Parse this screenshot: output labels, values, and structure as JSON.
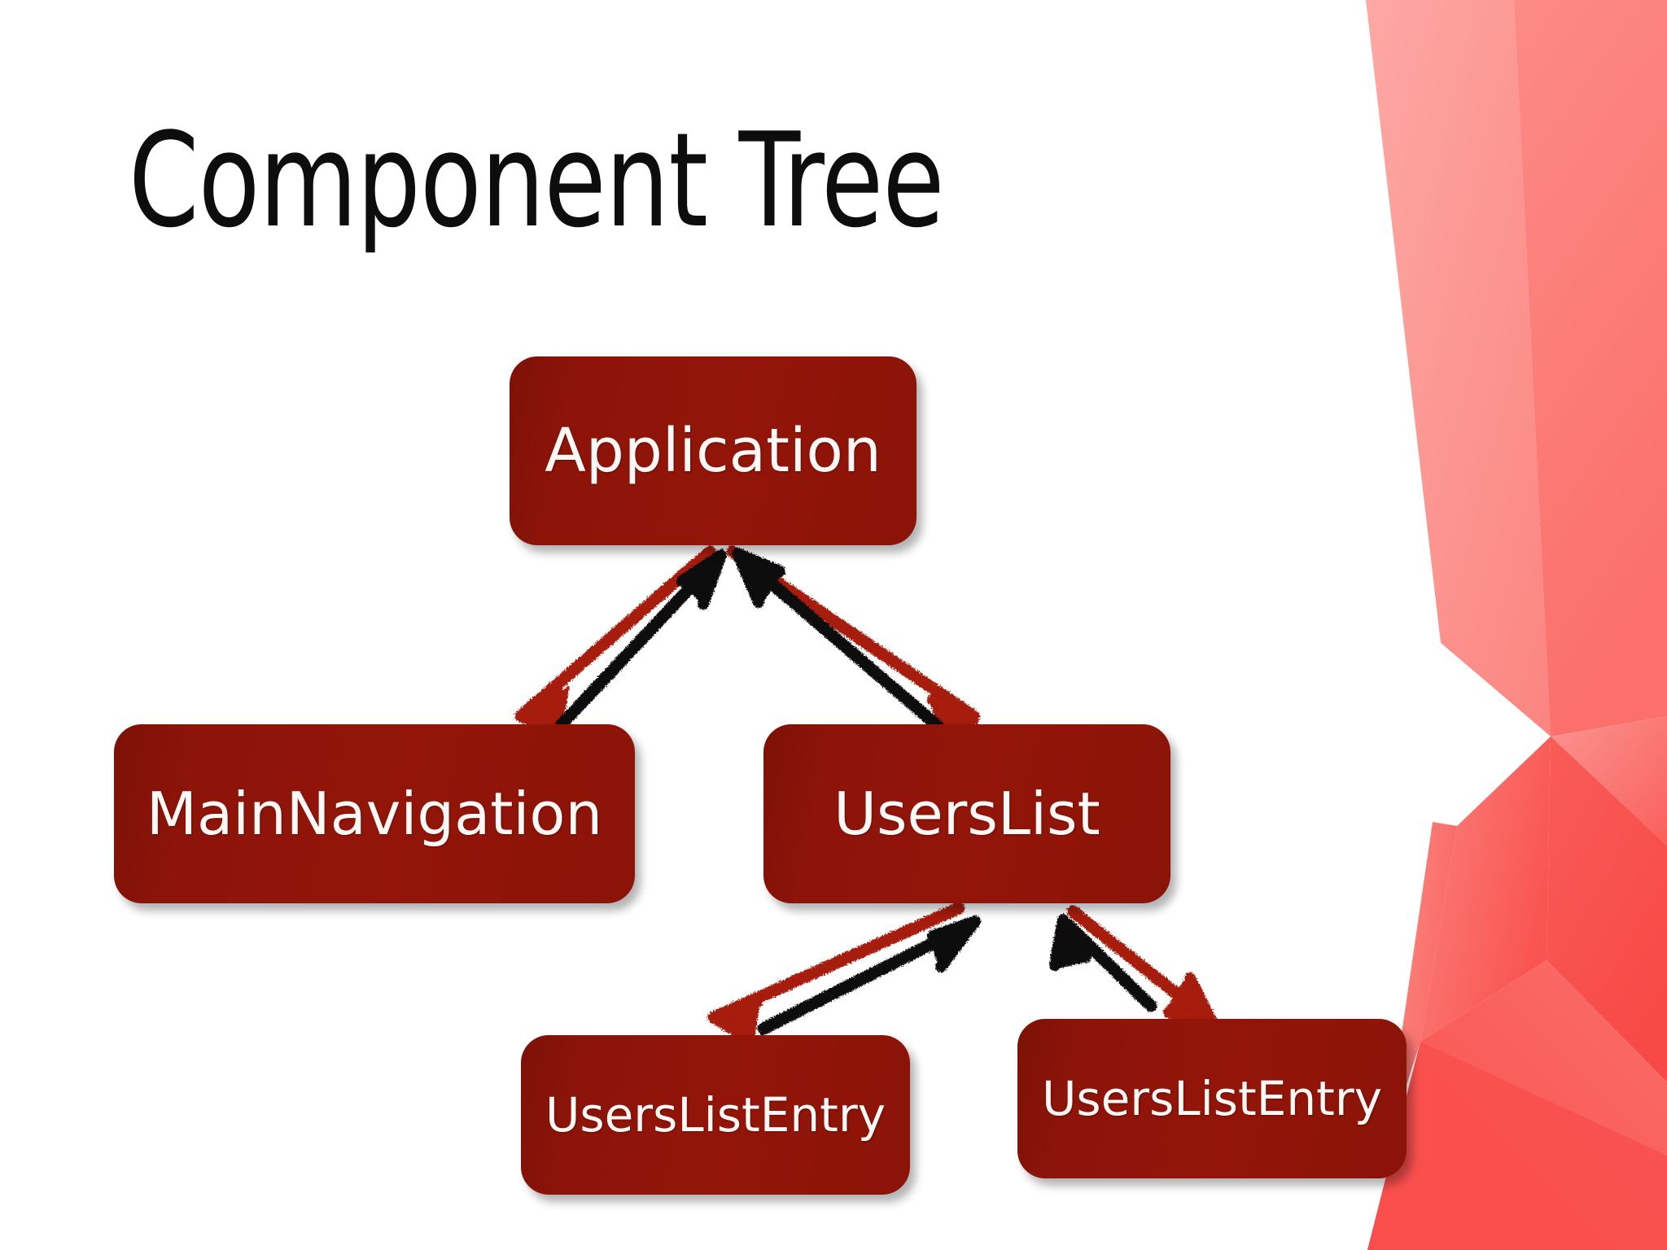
{
  "slide": {
    "title": "Component Tree",
    "background_color": "#ffffff",
    "node_color": "#8b1308",
    "node_text_color": "#fdf7f5",
    "title_color": "#0d0d0d",
    "arrow_down_color": "#a61a0b",
    "arrow_up_color": "#111111",
    "accent_colors": [
      "#fb8782",
      "#fc7d78",
      "#fb6b66",
      "#f9524f",
      "#f74b48",
      "#fa605c"
    ]
  },
  "diagram": {
    "type": "tree",
    "nodes": [
      {
        "id": "application",
        "label": "Application",
        "level": 0
      },
      {
        "id": "mainnavigation",
        "label": "MainNavigation",
        "level": 1
      },
      {
        "id": "userslist",
        "label": "UsersList",
        "level": 1
      },
      {
        "id": "userslistentry-1",
        "label": "UsersListEntry",
        "level": 2
      },
      {
        "id": "userslistentry-2",
        "label": "UsersListEntry",
        "level": 2
      }
    ],
    "edges": [
      {
        "from": "application",
        "to": "mainnavigation",
        "direction": "down",
        "style": "hand-drawn",
        "color": "#a61a0b"
      },
      {
        "from": "mainnavigation",
        "to": "application",
        "direction": "up",
        "style": "hand-drawn",
        "color": "#111111"
      },
      {
        "from": "application",
        "to": "userslist",
        "direction": "down",
        "style": "hand-drawn",
        "color": "#a61a0b"
      },
      {
        "from": "userslist",
        "to": "application",
        "direction": "up",
        "style": "hand-drawn",
        "color": "#111111"
      },
      {
        "from": "userslist",
        "to": "userslistentry-1",
        "direction": "down",
        "style": "hand-drawn",
        "color": "#a61a0b"
      },
      {
        "from": "userslistentry-1",
        "to": "userslist",
        "direction": "up",
        "style": "hand-drawn",
        "color": "#111111"
      },
      {
        "from": "userslist",
        "to": "userslistentry-2",
        "direction": "down",
        "style": "hand-drawn",
        "color": "#a61a0b"
      },
      {
        "from": "userslistentry-2",
        "to": "userslist",
        "direction": "up",
        "style": "hand-drawn",
        "color": "#111111"
      }
    ]
  }
}
